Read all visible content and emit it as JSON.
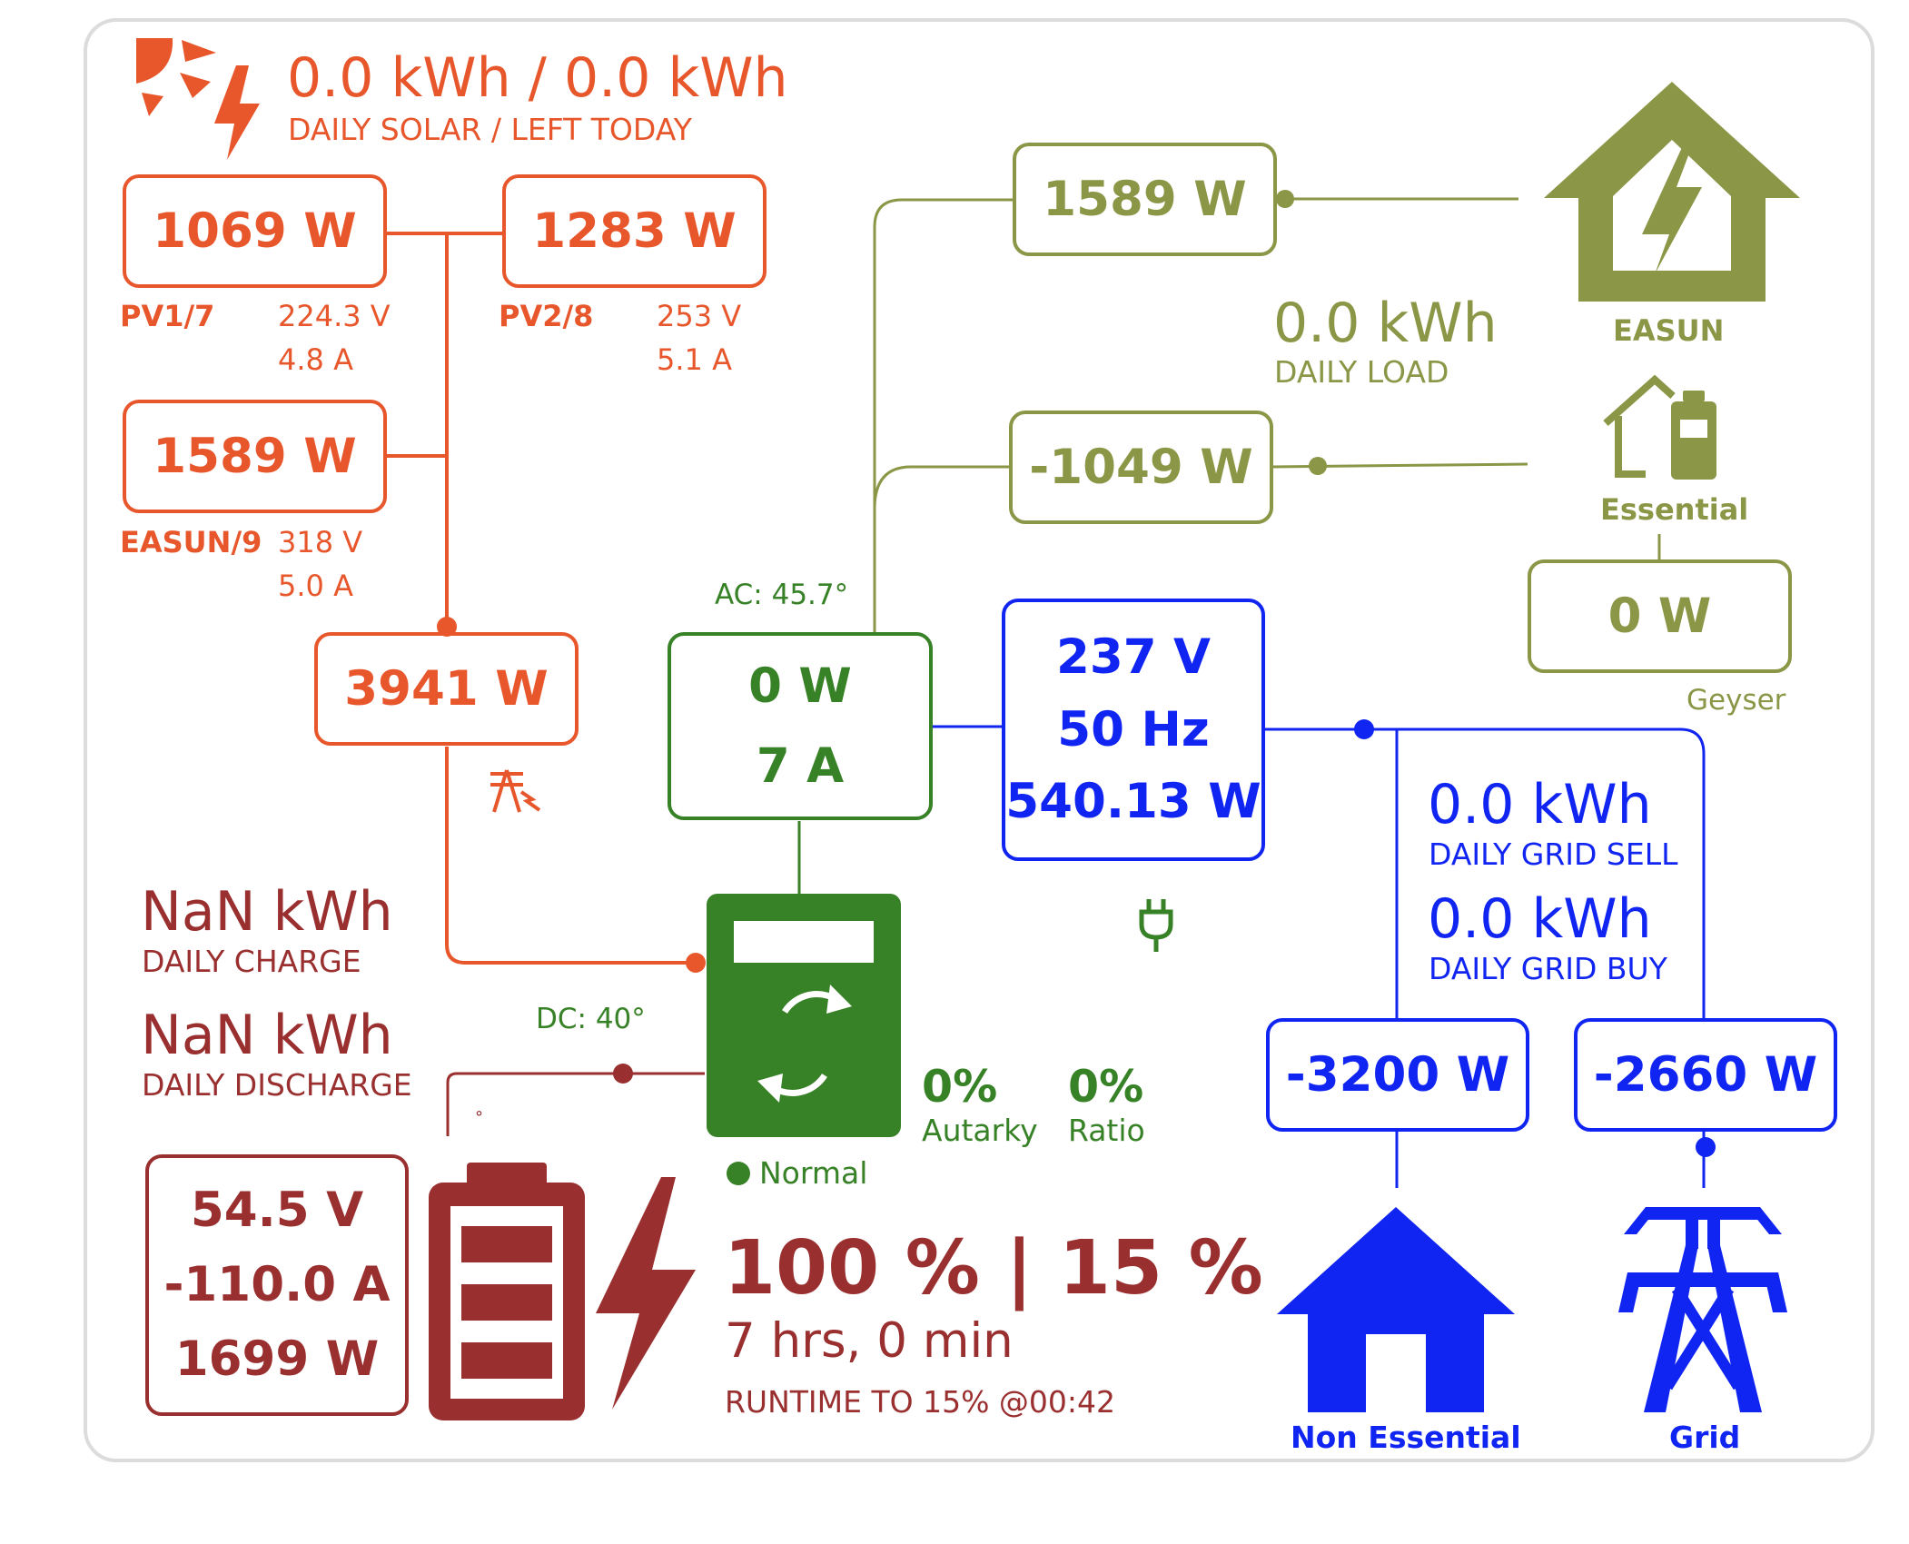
{
  "colors": {
    "solar": "#e8572c",
    "load": "#8b9646",
    "grid": "#1024f2",
    "inverter": "#378126",
    "battery": "#9a2f2f"
  },
  "solar": {
    "daily_value": "0.0 kWh / 0.0 kWh",
    "daily_label": "DAILY SOLAR / LEFT TODAY",
    "total_power": "3941 W",
    "pv1": {
      "power": "1069 W",
      "name": "PV1/7",
      "voltage": "224.3 V",
      "current": "4.8 A"
    },
    "pv2": {
      "power": "1283 W",
      "name": "PV2/8",
      "voltage": "253 V",
      "current": "5.1 A"
    },
    "pv3": {
      "power": "1589 W",
      "name": "EASUN/9",
      "voltage": "318 V",
      "current": "5.0 A"
    },
    "icons": [
      "sun-icon",
      "bolt-icon",
      "solar-tower-icon"
    ]
  },
  "load": {
    "easun_power": "1589 W",
    "easun_label": "EASUN",
    "daily_value": "0.0 kWh",
    "daily_label": "DAILY LOAD",
    "essential_power": "-1049 W",
    "essential_label": "Essential",
    "geyser_power": "0 W",
    "geyser_label": "Geyser",
    "icons": [
      "house-bolt-icon",
      "house-battery-icon"
    ]
  },
  "inverter": {
    "ac_temp": "AC: 45.7°",
    "dc_temp": "DC: 40°",
    "power": "0 W",
    "current": "7 A",
    "status": "Normal",
    "autarky_value": "0%",
    "autarky_label": "Autarky",
    "ratio_value": "0%",
    "ratio_label": "Ratio",
    "icons": [
      "inverter-icon",
      "plug-icon",
      "status-dot-icon"
    ]
  },
  "grid": {
    "voltage": "237 V",
    "frequency": "50 Hz",
    "power": "540.13 W",
    "sell_value": "0.0 kWh",
    "sell_label": "DAILY GRID SELL",
    "buy_value": "0.0 kWh",
    "buy_label": "DAILY GRID BUY",
    "non_essential_power": "-3200 W",
    "non_essential_label": "Non Essential",
    "grid_power": "-2660 W",
    "grid_label": "Grid",
    "icons": [
      "house-icon",
      "pylon-icon"
    ]
  },
  "battery": {
    "charge_value": "NaN kWh",
    "charge_label": "DAILY CHARGE",
    "discharge_value": "NaN kWh",
    "discharge_label": "DAILY DISCHARGE",
    "degree_mark": "°",
    "voltage": "54.5 V",
    "current": "-110.0 A",
    "power": "1699 W",
    "soc": "100 % | 15 %",
    "runtime": "7 hrs, 0 min",
    "runtime_label": "RUNTIME TO 15% @00:42",
    "icons": [
      "battery-icon",
      "bolt-icon"
    ]
  }
}
